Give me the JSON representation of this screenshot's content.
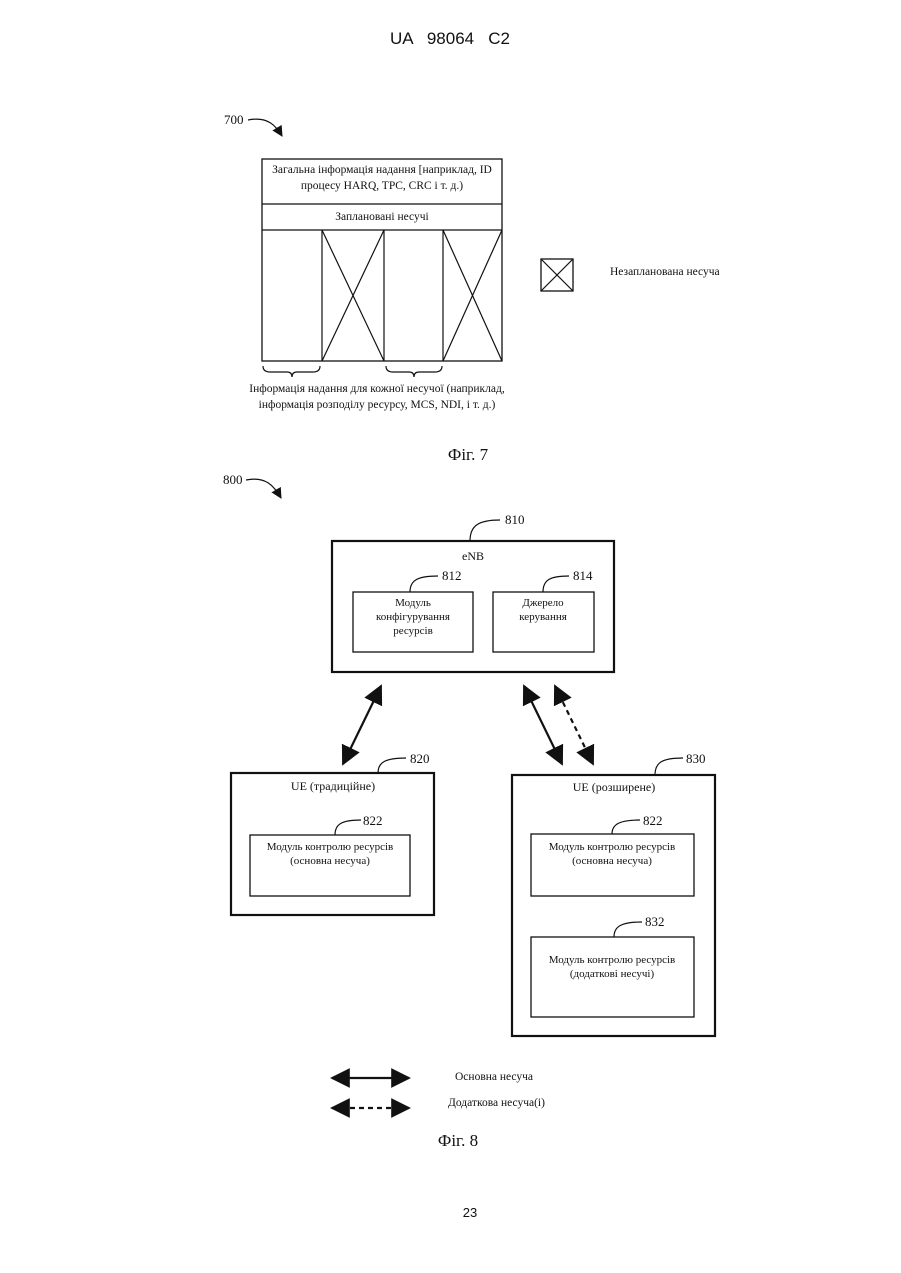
{
  "header": {
    "patent_number": "UA   98064   C2"
  },
  "fig7": {
    "ref": "700",
    "general_info_line1": "Загальна інформація надання [наприклад, ID",
    "general_info_line2": "процесу HARQ, TPC, CRC і т. д.)",
    "scheduled_carriers": "Заплановані несучі",
    "per_carrier_line1": "Інформація надання для кожної несучої (наприклад,",
    "per_carrier_line2": "інформація розподілу ресурсу, MCS, NDI, і т. д.)",
    "legend_unscheduled": "Незапланована несуча",
    "caption": "Фіг. 7"
  },
  "fig8": {
    "ref": "800",
    "enb": {
      "ref": "810",
      "title": "eNB",
      "module_812": {
        "ref": "812",
        "line1": "Модуль",
        "line2": "конфігурування",
        "line3": "ресурсів"
      },
      "module_814": {
        "ref": "814",
        "line1": "Джерело",
        "line2": "керування"
      }
    },
    "ue_legacy": {
      "ref": "820",
      "title": "UE (традиційне)",
      "module": {
        "ref": "822",
        "line1": "Модуль контролю ресурсів",
        "line2": "(основна несуча)"
      }
    },
    "ue_advanced": {
      "ref": "830",
      "title": "UE (розширене)",
      "module_822": {
        "ref": "822",
        "line1": "Модуль контролю ресурсів",
        "line2": "(основна несуча)"
      },
      "module_832": {
        "ref": "832",
        "line1": "Модуль контролю ресурсів",
        "line2": "(додаткові несучі)"
      }
    },
    "legend_primary": "Основна несуча",
    "legend_secondary": "Додаткова несуча(і)",
    "caption": "Фіг. 8"
  },
  "footer": {
    "page_number": "23"
  }
}
